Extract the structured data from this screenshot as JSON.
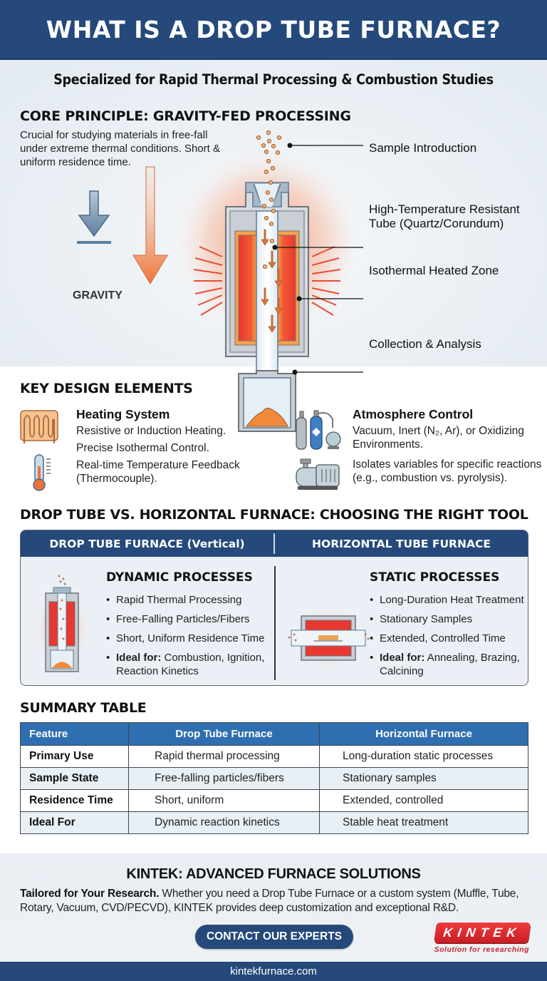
{
  "header": {
    "title": "WHAT IS A DROP TUBE FURNACE?"
  },
  "hero": {
    "subtitle": "Specialized for Rapid Thermal Processing & Combustion Studies",
    "core_title": "CORE PRINCIPLE: GRAVITY-FED PROCESSING",
    "core_desc": "Crucial for studying materials in free-fall under extreme thermal conditions. Short & uniform residence time.",
    "gravity_label": "GRAVITY",
    "callouts": {
      "sample_intro": "Sample Introduction",
      "tube_line1": "High-Temperature Resistant",
      "tube_line2": "Tube (Quartz/Corundum)",
      "heated_zone": "Isothermal Heated Zone",
      "collection": "Collection & Analysis"
    }
  },
  "key_design": {
    "title": "KEY DESIGN ELEMENTS",
    "heating": {
      "title": "Heating System",
      "lines": [
        "Resistive or Induction Heating.",
        "Precise Isothermal Control.",
        "Real-time Temperature Feedback (Thermocouple)."
      ]
    },
    "atmosphere": {
      "title": "Atmosphere Control",
      "line1": "Vacuum, Inert (N₂, Ar), or Oxidizing Environments.",
      "line2": "Isolates variables for specific reactions (e.g., combustion vs. pyrolysis)."
    }
  },
  "comparison": {
    "title": "DROP TUBE VS. HORIZONTAL FURNACE: CHOOSING THE RIGHT TOOL",
    "left": {
      "header": "DROP TUBE FURNACE (Vertical)",
      "process_title": "DYNAMIC PROCESSES",
      "bullets": [
        "Rapid Thermal Processing",
        "Free-Falling Particles/Fibers",
        "Short, Uniform Residence Time"
      ],
      "ideal_label": "Ideal for:",
      "ideal_text": " Combustion, Ignition, Reaction Kinetics"
    },
    "right": {
      "header": "HORIZONTAL TUBE FURNACE",
      "process_title": "STATIC PROCESSES",
      "bullets": [
        "Long-Duration Heat Treatment",
        "Stationary Samples",
        "Extended, Controlled Time"
      ],
      "ideal_label": "Ideal for:",
      "ideal_text": " Annealing, Brazing, Calcining"
    }
  },
  "summary": {
    "title": "SUMMARY TABLE",
    "columns": [
      "Feature",
      "Drop Tube Furnace",
      "Horizontal Furnace"
    ],
    "rows": [
      [
        "Primary Use",
        "Rapid thermal processing",
        "Long-duration static processes"
      ],
      [
        "Sample State",
        "Free-falling particles/fibers",
        "Stationary samples"
      ],
      [
        "Residence Time",
        "Short, uniform",
        "Extended, controlled"
      ],
      [
        "Ideal For",
        "Dynamic reaction kinetics",
        "Stable heat treatment"
      ]
    ]
  },
  "cta": {
    "title": "KINTEK: ADVANCED FURNACE SOLUTIONS",
    "lead": "Tailored for Your Research.",
    "desc": " Whether you need a Drop Tube Furnace or a custom system (Muffle, Tube, Rotary, Vacuum, CVD/PECVD), KINTEK provides deep customization and exceptional R&D.",
    "button": "CONTACT OUR EXPERTS",
    "logo_text": "KINTEK",
    "logo_tagline": "Solution for researching"
  },
  "footer": {
    "url": "kintekfurnace.com"
  },
  "colors": {
    "navy": "#24497a",
    "table_header": "#2f6fb0",
    "heat_red": "#e8382f",
    "heat_orange": "#f59a4a",
    "brand_red": "#d3222a"
  }
}
